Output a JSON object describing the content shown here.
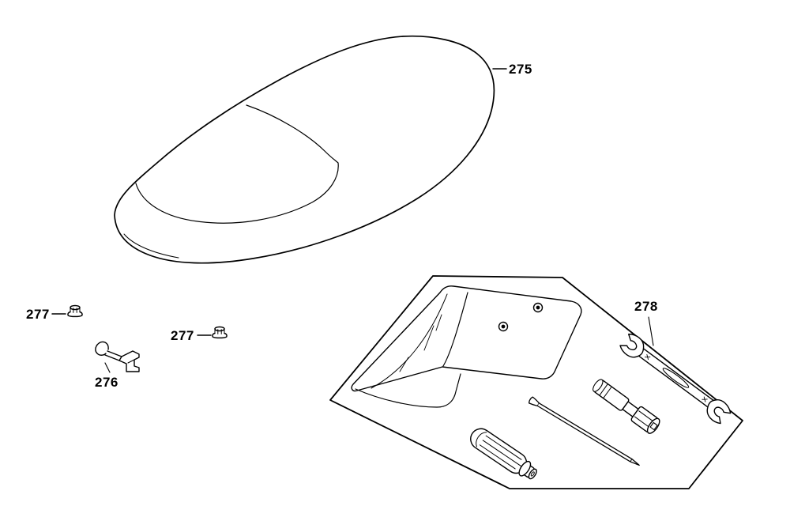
{
  "page": {
    "background": "#ffffff",
    "ink": "#000000",
    "type": "exploded-parts-diagram"
  },
  "parts": [
    {
      "name": "seat",
      "label": "275"
    },
    {
      "name": "nut-left",
      "label": "277"
    },
    {
      "name": "nut-right",
      "label": "277"
    },
    {
      "name": "seat-lock-bracket",
      "label": "276"
    },
    {
      "name": "tool-kit-tray",
      "label": "278"
    }
  ]
}
